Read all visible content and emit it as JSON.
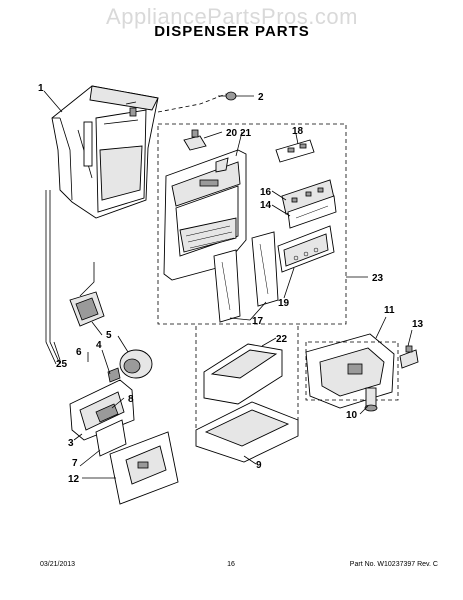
{
  "watermark": "AppliancePartsPros.com",
  "title": "DISPENSER PARTS",
  "callouts": {
    "c1": "1",
    "c2": "2",
    "c3": "3",
    "c4": "4",
    "c5": "5",
    "c6": "6",
    "c7": "7",
    "c8": "8",
    "c9": "9",
    "c10": "10",
    "c11": "11",
    "c12": "12",
    "c13": "13",
    "c14": "14",
    "c16": "16",
    "c17": "17",
    "c18": "18",
    "c19": "19",
    "c20": "20",
    "c21": "21",
    "c22": "22",
    "c23": "23",
    "c25": "25"
  },
  "footer": {
    "date": "03/21/2013",
    "page": "16",
    "part_no": "Part No. W10237397 Rev. C"
  }
}
